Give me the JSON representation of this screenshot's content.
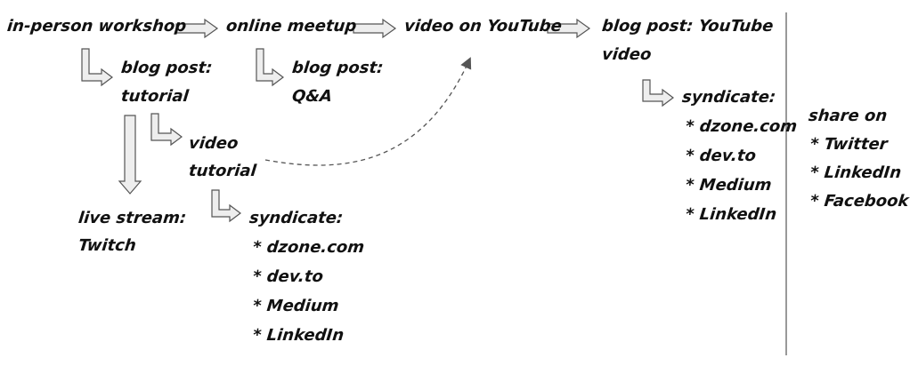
{
  "nodes": {
    "in_person_workshop": "in-person workshop",
    "online_meetup": "online meetup",
    "video_youtube": "video on YouTube",
    "blog_youtube_1": "blog post: YouTube",
    "blog_youtube_2": "video",
    "blog_tutorial_1": "blog post:",
    "blog_tutorial_2": "tutorial",
    "blog_qa_1": "blog post:",
    "blog_qa_2": "Q&A",
    "video_tutorial_1": "video",
    "video_tutorial_2": "tutorial",
    "live_stream_1": "live stream:",
    "live_stream_2": "Twitch"
  },
  "syndicate_left": {
    "title": "syndicate:",
    "items": [
      "* dzone.com",
      "* dev.to",
      "* Medium",
      "* LinkedIn"
    ]
  },
  "syndicate_right": {
    "title": "syndicate:",
    "items": [
      "* dzone.com",
      "* dev.to",
      "* Medium",
      "* LinkedIn"
    ]
  },
  "share": {
    "title": "share on",
    "items": [
      "* Twitter",
      "* LinkedIn",
      "* Facebook"
    ]
  },
  "colors": {
    "ink": "#111111",
    "arrow_fill": "#eeeeee",
    "arrow_stroke": "#555555",
    "divider": "#999999"
  }
}
